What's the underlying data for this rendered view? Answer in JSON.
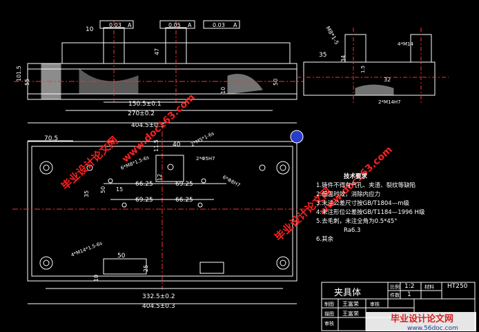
{
  "drawing": {
    "top_view_dims": {
      "d10": "10",
      "tol1": "0.03",
      "tol1_ref": "A",
      "tol2": "0.05",
      "tol2_ref": "A",
      "tol3": "0.03",
      "tol3_ref": "A",
      "d47": "47",
      "d101_5": "101.5",
      "d55": "55",
      "d50": "50",
      "d10b": "10",
      "d150_5": "150.5±0.1",
      "d270": "270±0.2",
      "d404_5_top": "404.5±0.3"
    },
    "side_view_dims": {
      "m8": "M8*1-5",
      "d35": "35",
      "d34": "34",
      "d32": "32",
      "d1_5": "1.5",
      "hole1": "4*M14",
      "hole2": "2*M14H7"
    },
    "front_view_dims": {
      "d70_5": "70.5",
      "d40": "40",
      "d11_5": "11.5",
      "hole_a": "2*M5*1-6s",
      "hole_b": "2*Φ5H7",
      "hole_c": "6*M8*1.5-6s",
      "hole_d": "6*Φ8H7",
      "hole_e": "4*M14*1.5-6s",
      "d66_25_a": "66.25",
      "d69_25_a": "69.25",
      "d69_25_b": "69.25",
      "d66_25_b": "66.25",
      "d12": "12",
      "d15": "15",
      "d35": "35",
      "d50": "50",
      "d25": "25",
      "d10": "10",
      "d50b": "50",
      "d332_5": "332.5±0.2",
      "d404_5": "404.5±0.3"
    },
    "notes": {
      "heading": "技术要求",
      "items": [
        "1.铸件不得有气孔、夹渣、裂纹等缺陷",
        "2.低温时效，消除内应力",
        "3.未注公差尺寸按GB/T1804—m级",
        "4.未注形位公差按GB/T1184—1996 H级",
        "5.去毛刺，未注全角为0.5*45°",
        "6.其余"
      ],
      "roughness": "Ra6.3"
    },
    "title_block": {
      "name": "夹具体",
      "scale_label": "比例",
      "scale": "1:2",
      "qty_label": "件数",
      "qty": "1",
      "material_label": "材料",
      "material": "HT250",
      "design_label": "制图",
      "design_name": "王富荣",
      "check_label": "审核",
      "draw_label": "描图",
      "draw_name": "王富荣",
      "approve_label": "审核"
    }
  },
  "watermarks": {
    "w1": "毕业设计论文网",
    "w2": "www.doc163.com",
    "footer_brand": "毕业设计论文网",
    "footer_url": "www.56doc.com"
  },
  "colors": {
    "background": "#000000",
    "lines": "#ffffff",
    "center": "#ff3030",
    "watermark": "#ff2020",
    "accent": "#ffd400"
  }
}
